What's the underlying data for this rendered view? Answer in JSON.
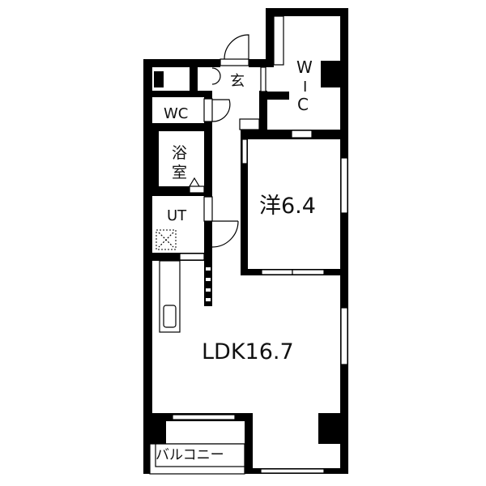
{
  "floorplan": {
    "rooms": {
      "entrance": "玄",
      "wic": [
        "W",
        "I",
        "C"
      ],
      "wc": "WC",
      "bath": [
        "浴",
        "室"
      ],
      "utility": "UT",
      "western_room": "洋6.4",
      "ldk": "LDK16.7",
      "balcony": "バルコニー"
    },
    "colors": {
      "wall": "#000000",
      "background": "#ffffff"
    }
  }
}
